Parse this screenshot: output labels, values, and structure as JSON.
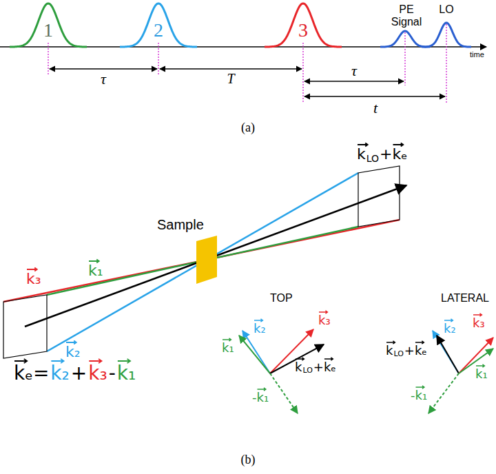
{
  "diagram": {
    "labels": [
      "1",
      "2",
      "3",
      "PE",
      "Signal",
      "LO",
      "time",
      "τ",
      "T",
      "τ",
      "t",
      "(a)",
      "Sample",
      "k₃",
      "k₁",
      "k₂",
      "k",
      "LO",
      "+kₑ",
      "kₑ=",
      "k₂",
      "+",
      "k₃",
      "-",
      "k₁",
      "TOP",
      "k₂",
      "k₁",
      "k₃",
      "k",
      "LO",
      "+kₑ",
      "-k₁",
      "LATERAL",
      "k₂",
      "k",
      "LO",
      "+kₑ",
      "k₃",
      "k₁",
      "-k₁",
      "(b)"
    ]
  }
}
